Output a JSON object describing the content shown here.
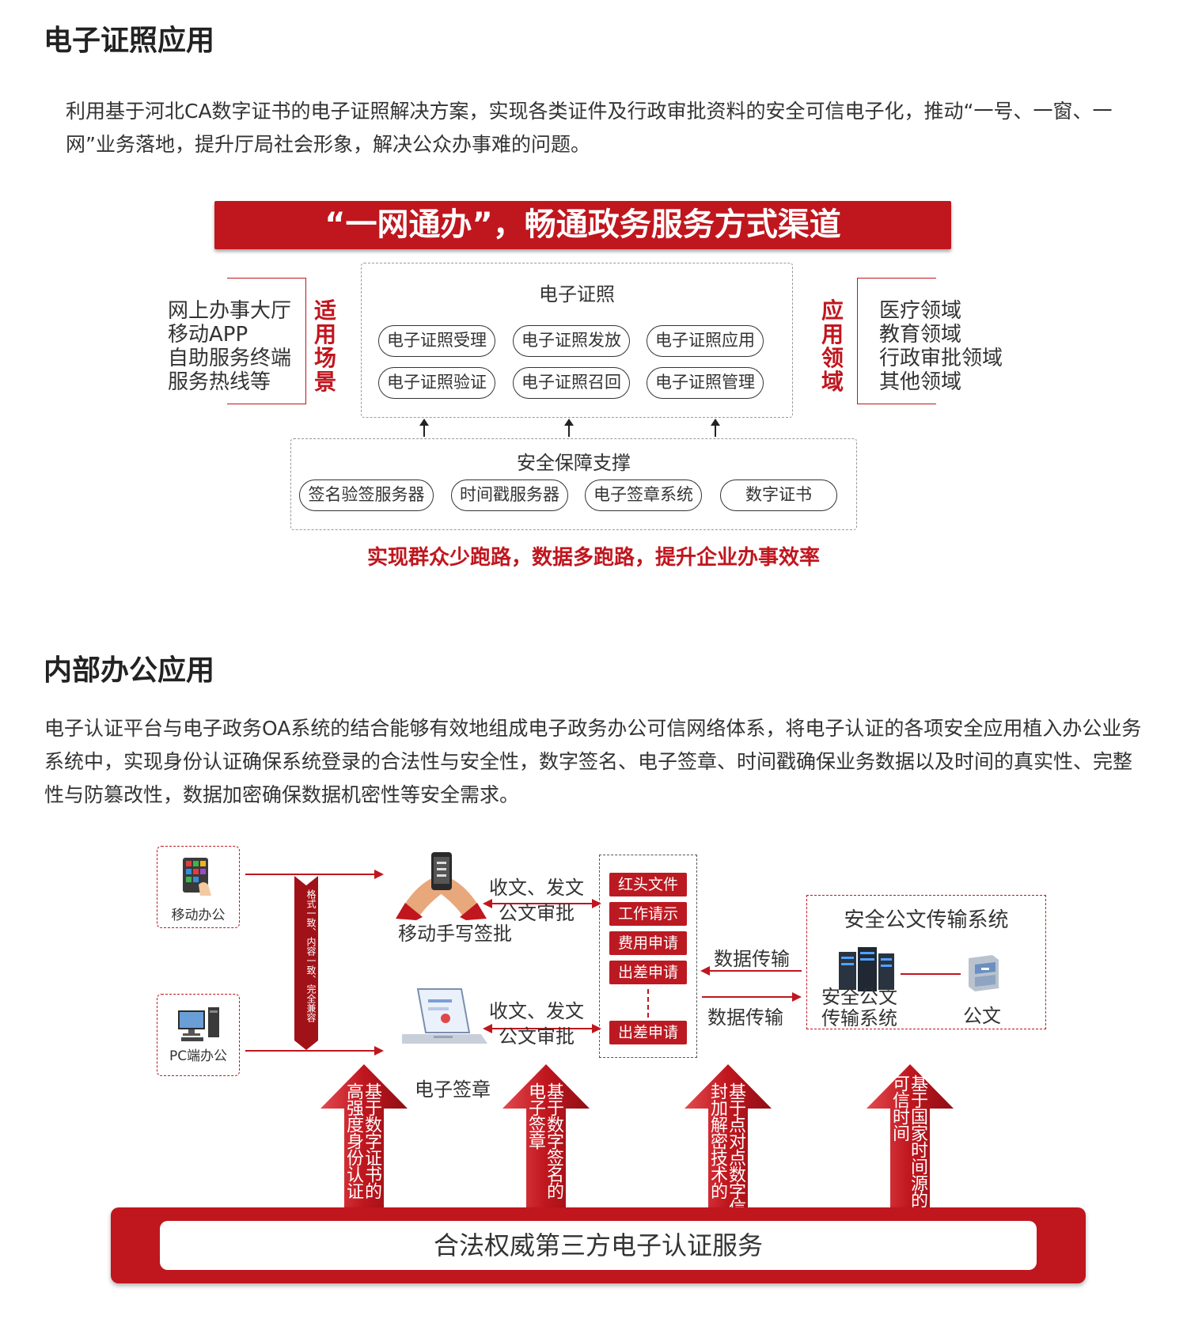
{
  "section1": {
    "heading": "电子证照应用",
    "paragraph": "利用基于河北CA数字证书的电子证照解决方案，实现各类证件及行政审批资料的安全可信电子化，推动“一号、一窗、一网”业务落地，提升厅局社会形象，解决公众办事难的问题。",
    "banner": "“一网通办”，畅通政务服务方式渠道",
    "left_list": "网上办事大厅\n移动APP\n自助服务终端\n服务热线等",
    "left_label": "适用场景",
    "right_label": "应用领域",
    "right_list": "医疗领域\n教育领域\n行政审批领域\n其他领域",
    "center_title": "电子证照",
    "center_pills": [
      "电子证照受理",
      "电子证照发放",
      "电子证照应用",
      "电子证照验证",
      "电子证照召回",
      "电子证照管理"
    ],
    "support_title": "安全保障支撑",
    "support_pills": [
      "签名验签服务器",
      "时间戳服务器",
      "电子签章系统",
      "数字证书"
    ],
    "slogan": "实现群众少跑路，数据多跑路，提升企业办事效率"
  },
  "section2": {
    "heading": "内部办公应用",
    "paragraph": "电子认证平台与电子政务OA系统的结合能够有效地组成电子政务办公可信网络体系，将电子认证的各项安全应用植入办公业务系统中，实现身份认证确保系统登录的合法性与安全性，数字签名、电子签章、时间戳确保业务数据以及时间的真实性、完整性与防篡改性，数据加密确保数据机密性等安全需求。",
    "mobile_office": "移动办公",
    "pc_office": "PC端办公",
    "compat_banner": "格式一致、内容一致、完全兼容",
    "mobile_sign": "移动手写签批",
    "e_seal": "电子签章",
    "flow_top": "收文、发文\n公文审批",
    "flow_bottom": "收文、发文\n公文审批",
    "doc_tags": [
      "红头文件",
      "工作请示",
      "费用申请",
      "出差申请",
      "出差申请"
    ],
    "data_transfer_in": "数据传输",
    "data_transfer_out": "数据传输",
    "secure_system_title": "安全公文传输系统",
    "secure_system_label": "安全公文\n传输系统",
    "document_label": "公文",
    "arrows": [
      "基于数字证书的高强度身份认证",
      "基于数字签名的电子签章",
      "基于点对点数字信封加解密技术的",
      "基于国家时间源的可信时间"
    ],
    "base_label": "合法权威第三方电子认证服务"
  },
  "colors": {
    "brand_red": "#c0161e",
    "dark_red": "#a11218",
    "text": "#333333"
  }
}
